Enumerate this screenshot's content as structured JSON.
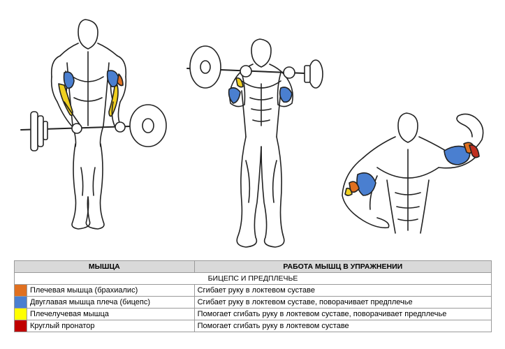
{
  "table": {
    "header_muscle": "МЫШЦА",
    "header_work": "РАБОТА МЫШЦ В УПРАЖНЕНИИ",
    "section": "БИЦЕПС И ПРЕДПЛЕЧЬЕ",
    "rows": [
      {
        "color": "#e07020",
        "muscle": "Плечевая мышца (брахиалис)",
        "work": "Сгибает руку в локтевом суставе"
      },
      {
        "color": "#4a7fd0",
        "muscle": "Двуглавая мышца плеча (бицепс)",
        "work": "Сгибает руку в локтевом суставе, поворачивает  предплечье"
      },
      {
        "color": "#ffff00",
        "muscle": "Плечелучевая мышца",
        "work": "Помогает сгибать руку в локтевом суставе, поворачивает  предплечье"
      },
      {
        "color": "#c00000",
        "muscle": "Круглый пронатор",
        "work": "Помогает сгибать руку в локтевом суставе"
      }
    ]
  },
  "colors": {
    "brachialis": "#e07020",
    "biceps": "#4a7fd0",
    "brachioradialis": "#f0d020",
    "pronator": "#c03020",
    "outline": "#222222"
  }
}
